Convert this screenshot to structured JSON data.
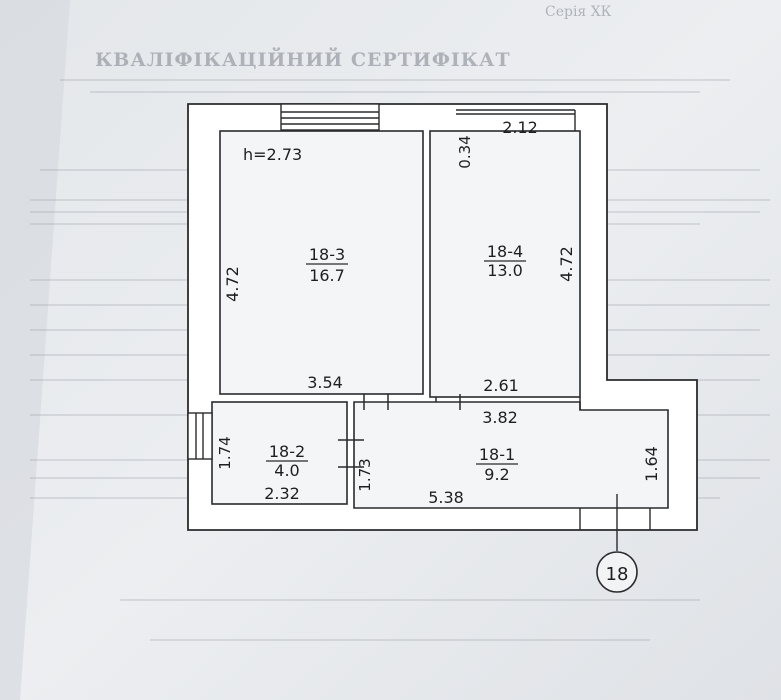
{
  "plan": {
    "height_label": "h=2.73",
    "unit_number": "18",
    "rooms": [
      {
        "id": "18-3",
        "area": "16.7"
      },
      {
        "id": "18-4",
        "area": "13.0"
      },
      {
        "id": "18-2",
        "area": "4.0"
      },
      {
        "id": "18-1",
        "area": "9.2"
      }
    ],
    "dimensions": [
      "0.34",
      "2.12",
      "4.72",
      "4.72",
      "3.54",
      "2.61",
      "3.82",
      "1.74",
      "1.73",
      "2.32",
      "5.38",
      "1.64"
    ]
  },
  "background_document": {
    "header_text": "Серія ХК",
    "title_text": "КВАЛІФІКАЦІЙНИЙ СЕРТИФІКАТ"
  },
  "colors": {
    "paper": "#e9ecef",
    "wall": "#ffffff",
    "line": "#2a2b2e",
    "ghost_text": "#7f858d"
  }
}
